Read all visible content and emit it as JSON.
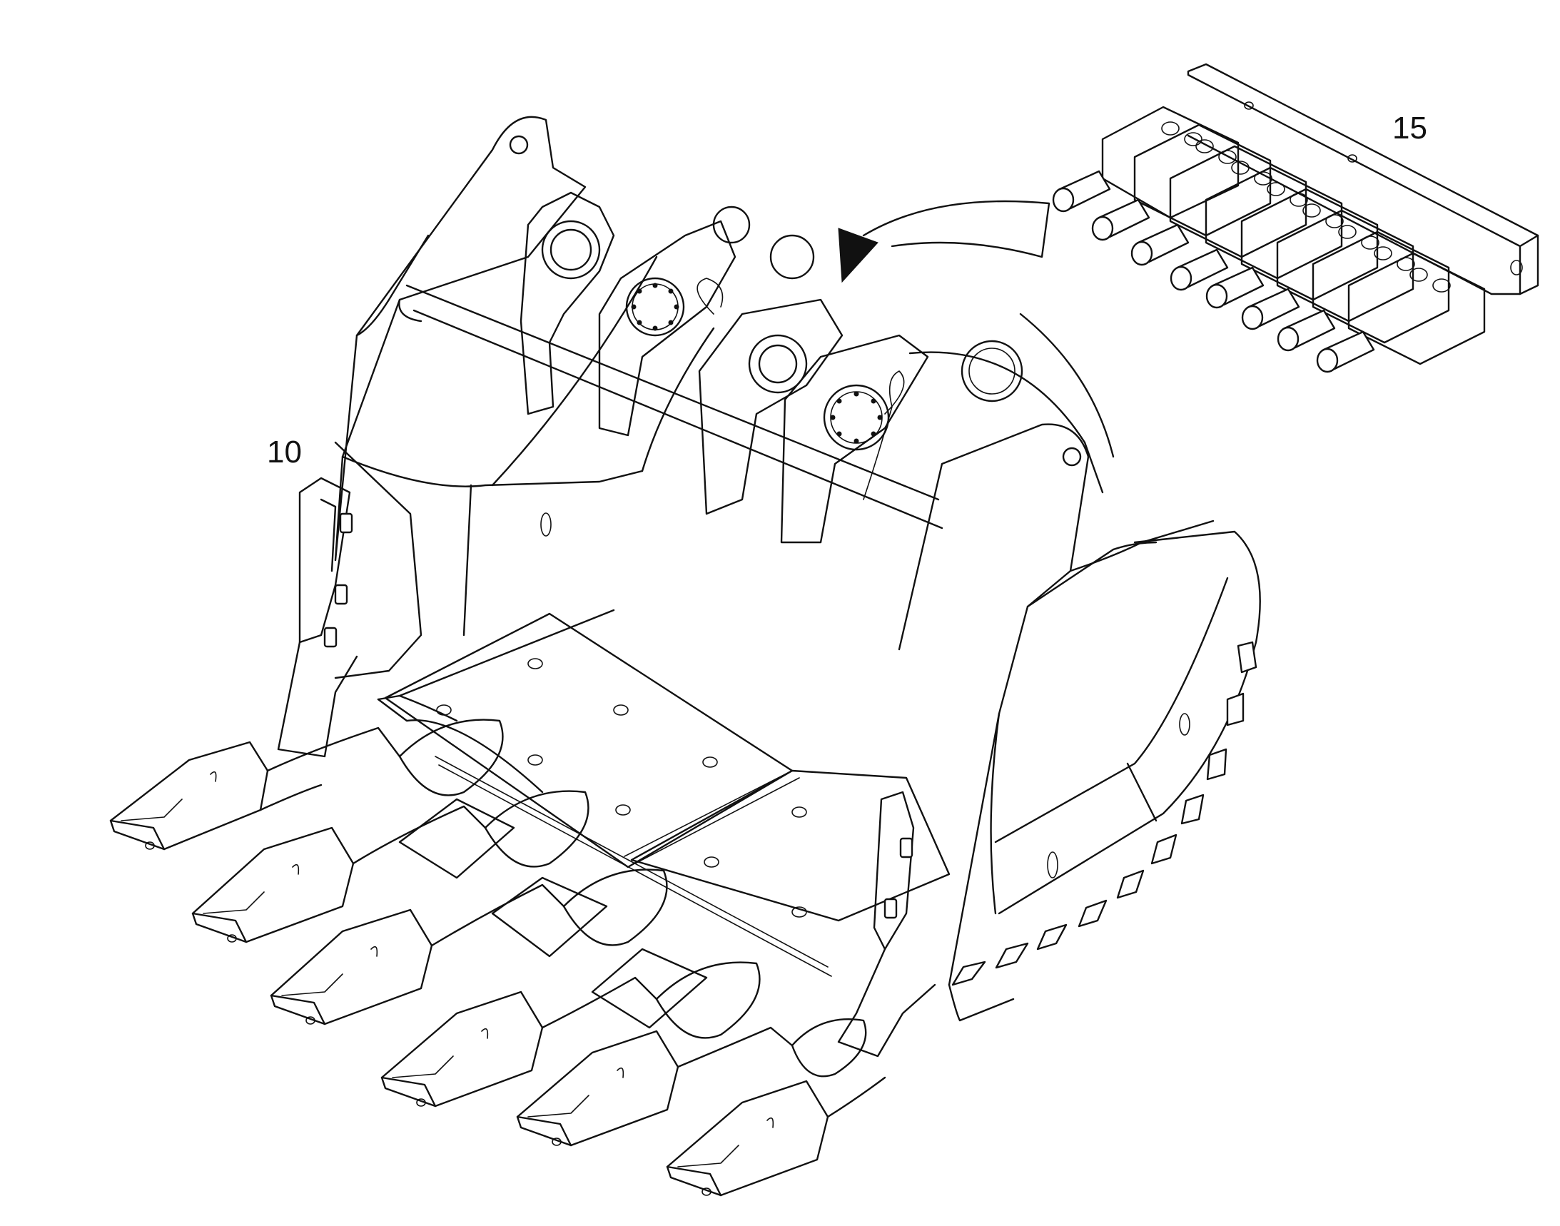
{
  "diagram": {
    "callouts": [
      {
        "id": "10",
        "text": "10"
      },
      {
        "id": "15",
        "text": "15"
      }
    ],
    "colors": {
      "line": "#111111",
      "background": "#ffffff"
    }
  }
}
